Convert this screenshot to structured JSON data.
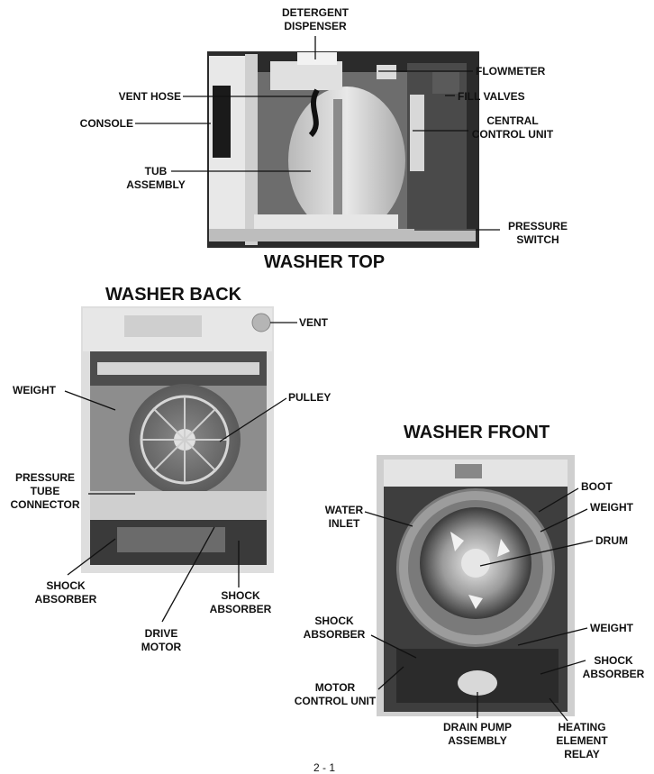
{
  "sections": {
    "top_title": "WASHER TOP",
    "back_title": "WASHER BACK",
    "front_title": "WASHER FRONT"
  },
  "labels": {
    "detergent_dispenser": "DETERGENT\nDISPENSER",
    "flowmeter": "FLOWMETER",
    "vent_hose": "VENT HOSE",
    "fill_valves": "FILL VALVES",
    "console": "CONSOLE",
    "central_control_unit": "CENTRAL\nCONTROL UNIT",
    "tub_assembly": "TUB\nASSEMBLY",
    "pressure_switch": "PRESSURE\nSWITCH",
    "vent": "VENT",
    "weight_back": "WEIGHT",
    "pulley": "PULLEY",
    "pressure_tube_connector": "PRESSURE\nTUBE\nCONNECTOR",
    "shock_absorber_back_left": "SHOCK\nABSORBER",
    "shock_absorber_back_right": "SHOCK\nABSORBER",
    "drive_motor": "DRIVE\nMOTOR",
    "boot": "BOOT",
    "water_inlet": "WATER\nINLET",
    "weight_front_top": "WEIGHT",
    "drum": "DRUM",
    "shock_absorber_front_left": "SHOCK\nABSORBER",
    "weight_front_bottom": "WEIGHT",
    "shock_absorber_front_right": "SHOCK\nABSORBER",
    "motor_control_unit": "MOTOR\nCONTROL UNIT",
    "drain_pump_assembly": "DRAIN PUMP\nASSEMBLY",
    "heating_element_relay": "HEATING\nELEMENT\nRELAY"
  },
  "page_number": "2 - 1"
}
